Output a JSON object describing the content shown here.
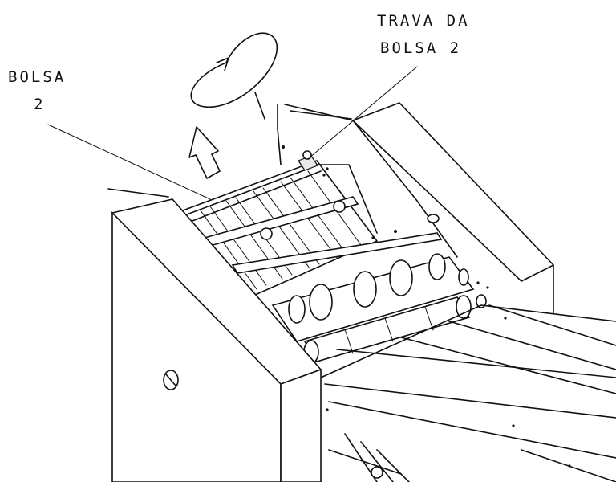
{
  "labels": {
    "pocket_2": {
      "line1": "BOLSA",
      "line2": "2"
    },
    "pocket_2_lock": {
      "line1": "TRAVA DA",
      "line2": "BOLSA 2"
    }
  },
  "icons": {
    "rotation": "rotation-arrow-icon",
    "lift": "lift-arrow-icon"
  },
  "colors": {
    "line": "#111111",
    "background": "#ffffff"
  }
}
